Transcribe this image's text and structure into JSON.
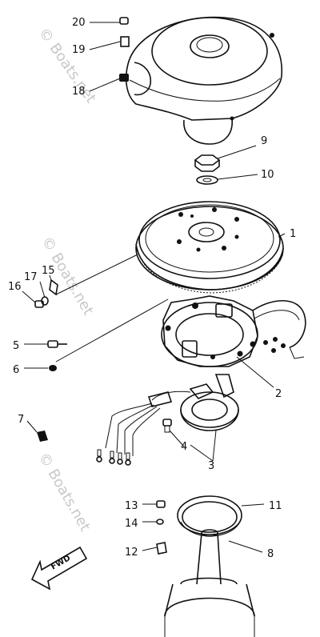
{
  "watermarks": [
    "© Boats.net",
    "© Boats.net",
    "© Boats.net"
  ],
  "direction_arrow_label": "FWD",
  "parts": [
    {
      "number": "1",
      "name": "flywheel"
    },
    {
      "number": "2",
      "name": "stator"
    },
    {
      "number": "3",
      "name": "base-assembly"
    },
    {
      "number": "4",
      "name": "screw"
    },
    {
      "number": "5",
      "name": "bolt"
    },
    {
      "number": "6",
      "name": "washer"
    },
    {
      "number": "7",
      "name": "clamp"
    },
    {
      "number": "8",
      "name": "crankshaft-collar"
    },
    {
      "number": "9",
      "name": "nut"
    },
    {
      "number": "10",
      "name": "washer"
    },
    {
      "number": "11",
      "name": "ring"
    },
    {
      "number": "12",
      "name": "clamp"
    },
    {
      "number": "13",
      "name": "screw"
    },
    {
      "number": "14",
      "name": "washer"
    },
    {
      "number": "15",
      "name": "clamp"
    },
    {
      "number": "16",
      "name": "screw"
    },
    {
      "number": "17",
      "name": "washer"
    },
    {
      "number": "18",
      "name": "flywheel-cover"
    },
    {
      "number": "19",
      "name": "collar"
    },
    {
      "number": "20",
      "name": "screw"
    }
  ]
}
